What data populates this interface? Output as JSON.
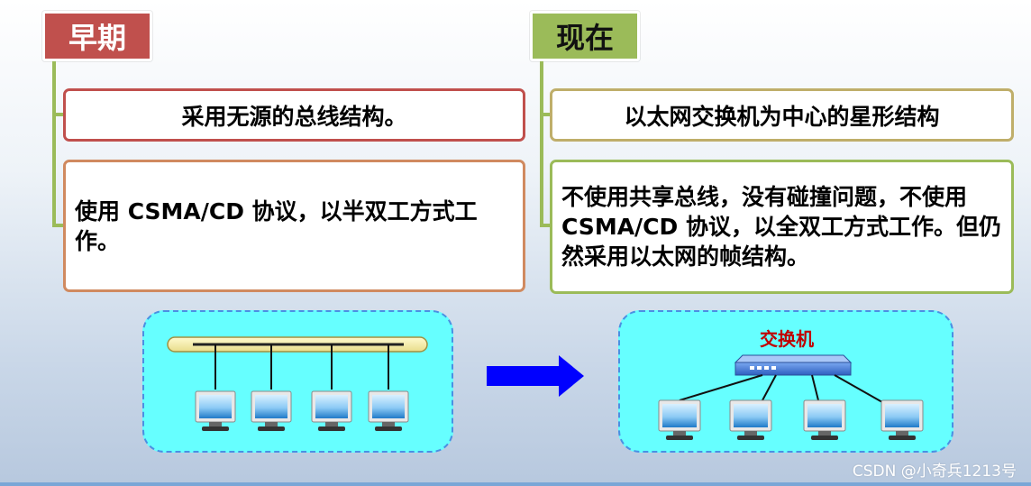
{
  "left": {
    "tag": "早期",
    "title": "采用无源的总线结构。",
    "desc": "使用 CSMA/CD 协议，以半双工方式工作。",
    "colors": {
      "tag": "#c0504d",
      "border": "#c0504d",
      "border2": "#d08a60",
      "connector": "#9bbb59"
    }
  },
  "right": {
    "tag": "现在",
    "title": "以太网交换机为中心的星形结构",
    "desc": "不使用共享总线，没有碰撞问题，不使用 CSMA/CD 协议，以全双工方式工作。但仍然采用以太网的帧结构。",
    "switch_label": "交换机",
    "colors": {
      "tag": "#9bbb59",
      "border": "#bfae6a",
      "border2": "#9bbb59",
      "connector": "#9bbb59"
    }
  },
  "watermark": "CSDN @小奇兵1213号",
  "arrow_color": "#0000ff",
  "panel_color": "#66ffff"
}
